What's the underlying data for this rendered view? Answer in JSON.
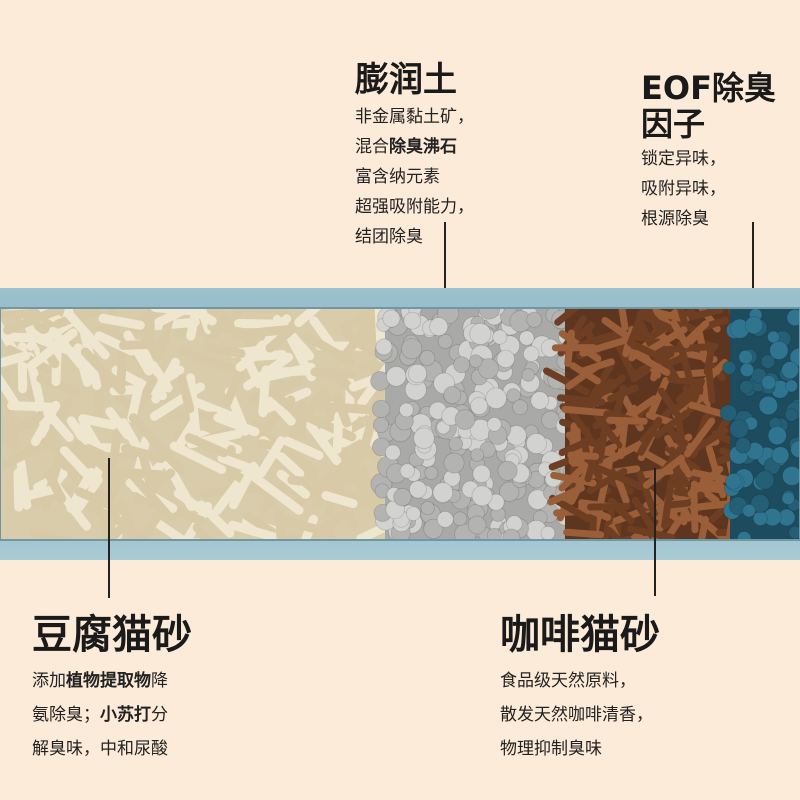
{
  "colors": {
    "background": "#fdebd9",
    "frame": "#8fb7c4",
    "tofu": "#e6dcc2",
    "bentonite": "#c7c7c5",
    "coffee": "#8a5230",
    "eof": "#2f6f86"
  },
  "bentonite": {
    "title": "膨润土",
    "lines": [
      {
        "pre": "非金属黏土矿，",
        "bold": "",
        "post": ""
      },
      {
        "pre": "混合",
        "bold": "除臭沸石",
        "post": ""
      },
      {
        "pre": "富含纳元素",
        "bold": "",
        "post": ""
      },
      {
        "pre": "超强吸附能力，",
        "bold": "",
        "post": ""
      },
      {
        "pre": "结团除臭",
        "bold": "",
        "post": ""
      }
    ]
  },
  "eof": {
    "title_line1": "EOF除臭",
    "title_line2": "因子",
    "lines": [
      "锁定异味，",
      "吸附异味，",
      "根源除臭"
    ]
  },
  "tofu": {
    "title": "豆腐猫砂",
    "line1_pre": "添加",
    "line1_bold": "植物提取物",
    "line1_post": "降",
    "line2_pre": "氨除臭；",
    "line2_bold": "小苏打",
    "line2_post": "分",
    "line3": "解臭味，中和尿酸"
  },
  "coffee": {
    "title": "咖啡猫砂",
    "lines": [
      "食品级天然原料，",
      "散发天然咖啡清香，",
      "物理抑制臭味"
    ]
  }
}
